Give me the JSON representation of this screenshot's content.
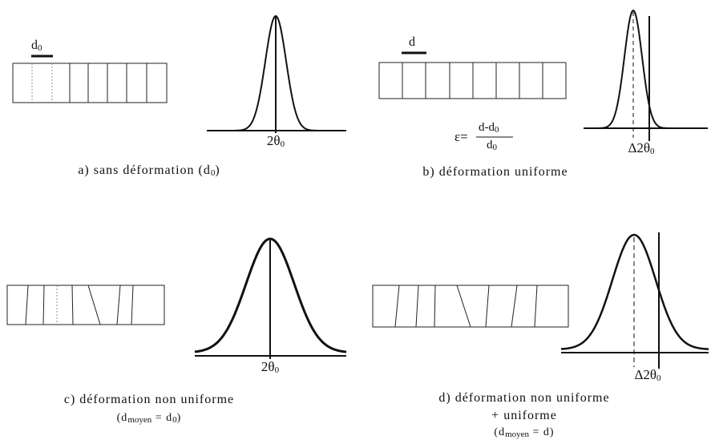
{
  "panels": {
    "a": {
      "caption_main": "a) sans déformation (d",
      "caption_sub": "0",
      "caption_end": ")",
      "dim_label": "d",
      "dim_sub": "0",
      "peak_label": "2θ",
      "peak_sub": "0"
    },
    "b": {
      "caption": "b) déformation uniforme",
      "dim_label": "d",
      "formula_lhs": "ε=",
      "formula_num": "d-d",
      "formula_num_sub": "0",
      "formula_den": "d",
      "formula_den_sub": "0",
      "peak_label": "Δ2θ",
      "peak_sub": "0"
    },
    "c": {
      "caption": "c) déformation non uniforme",
      "cond_open": "(d",
      "cond_sub": "moyen",
      "cond_mid": " = d",
      "cond_sub2": "0",
      "cond_close": ")",
      "peak_label": "2θ",
      "peak_sub": "0"
    },
    "d": {
      "caption": "d) déformation non uniforme",
      "caption2": "+ uniforme",
      "cond_open": "(d",
      "cond_sub": "moyen",
      "cond_mid": " = d)",
      "peak_label": "Δ2θ",
      "peak_sub": "0"
    }
  }
}
